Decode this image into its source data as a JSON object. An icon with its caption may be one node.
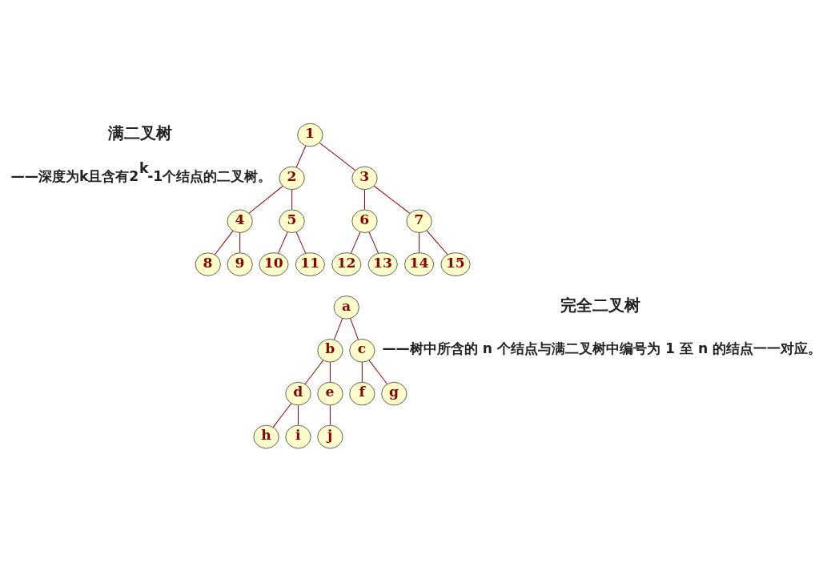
{
  "diagram": {
    "nodes": [
      {
        "text": [
          "1"
        ]
      },
      {
        "text": [
          "2"
        ]
      },
      {
        "text": [
          "3"
        ]
      },
      {
        "text": [
          "4"
        ]
      },
      {
        "text": [
          "5"
        ]
      },
      {
        "text": [
          "6"
        ]
      },
      {
        "text": [
          "7"
        ]
      },
      {
        "text": [
          "8"
        ]
      },
      {
        "text": [
          "9"
        ]
      },
      {
        "text": [
          "10"
        ]
      },
      {
        "text": [
          "11"
        ]
      },
      {
        "text": [
          "12"
        ]
      },
      {
        "text": [
          "13"
        ]
      },
      {
        "text": [
          "14"
        ]
      },
      {
        "text": [
          "15"
        ]
      },
      {
        "text": [
          "a"
        ]
      },
      {
        "text": [
          "b"
        ]
      },
      {
        "text": [
          "c"
        ]
      },
      {
        "text": [
          "d"
        ]
      },
      {
        "text": [
          "e"
        ]
      },
      {
        "text": [
          "f"
        ]
      },
      {
        "text": [
          "g"
        ]
      },
      {
        "text": [
          "h"
        ]
      },
      {
        "text": [
          "i"
        ]
      },
      {
        "text": [
          "j"
        ]
      }
    ],
    "edges": [
      {
        "from": 0,
        "to": 1,
        "arrow": "none"
      },
      {
        "from": 0,
        "to": 2,
        "arrow": "none"
      },
      {
        "from": 1,
        "to": 3,
        "arrow": "none"
      },
      {
        "from": 1,
        "to": 4,
        "arrow": "none"
      },
      {
        "from": 2,
        "to": 5,
        "arrow": "none"
      },
      {
        "from": 2,
        "to": 6,
        "arrow": "none"
      },
      {
        "from": 3,
        "to": 7,
        "arrow": "none"
      },
      {
        "from": 3,
        "to": 8,
        "arrow": "none"
      },
      {
        "from": 4,
        "to": 9,
        "arrow": "none"
      },
      {
        "from": 4,
        "to": 10,
        "arrow": "none"
      },
      {
        "from": 5,
        "to": 11,
        "arrow": "none"
      },
      {
        "from": 5,
        "to": 12,
        "arrow": "none"
      },
      {
        "from": 6,
        "to": 13,
        "arrow": "none"
      },
      {
        "from": 6,
        "to": 14,
        "arrow": "none"
      },
      {
        "from": 15,
        "to": 16,
        "arrow": "none"
      },
      {
        "from": 15,
        "to": 17,
        "arrow": "none"
      },
      {
        "from": 16,
        "to": 18,
        "arrow": "none"
      },
      {
        "from": 16,
        "to": 19,
        "arrow": "none"
      },
      {
        "from": 17,
        "to": 20,
        "arrow": "none"
      },
      {
        "from": 17,
        "to": 21,
        "arrow": "none"
      },
      {
        "from": 18,
        "to": 22,
        "arrow": "none"
      },
      {
        "from": 18,
        "to": 23,
        "arrow": "none"
      },
      {
        "from": 19,
        "to": 24,
        "arrow": "none"
      }
    ],
    "labels": [
      "满二叉树",
      "——深度为k且含有2$^{k}$-1个结点的二叉树。",
      "完全二叉树",
      "——树中所含的 n 个结点与满二叉树中编号为 1 至 n 的结点一一对应。"
    ]
  }
}
